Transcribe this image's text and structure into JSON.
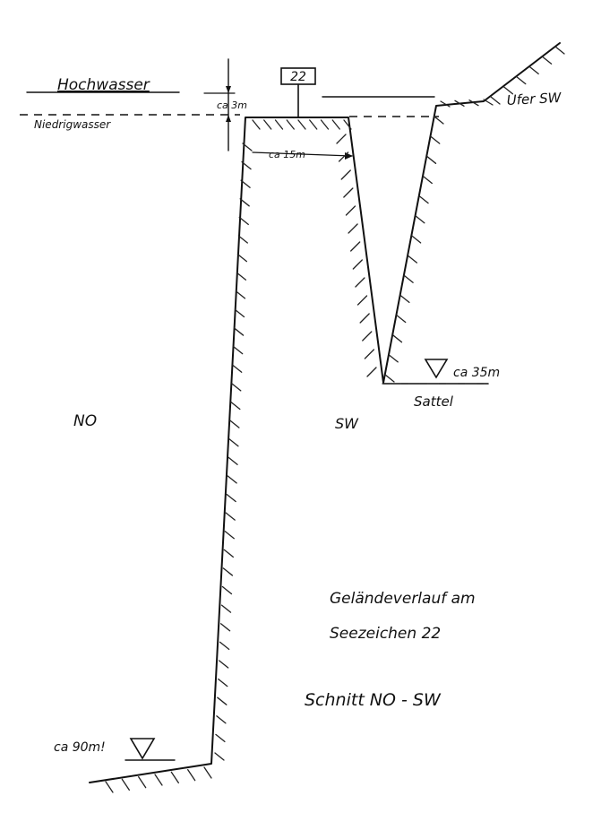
{
  "labels": {
    "high_water": "Hochwasser",
    "low_water": "Niedrigwasser",
    "water_diff": "ca 3m",
    "marker": "22",
    "width": "ca 15m",
    "shore": "Ufer SW",
    "depth_saddle": "ca 35m",
    "saddle": "Sattel",
    "left_side": "NO",
    "right_side": "SW",
    "depth_bottom": "ca 90m!",
    "caption_line1": "Geländeverlauf am",
    "caption_line2": "Seezeichen 22",
    "caption_line3": "Schnitt NO - SW"
  }
}
